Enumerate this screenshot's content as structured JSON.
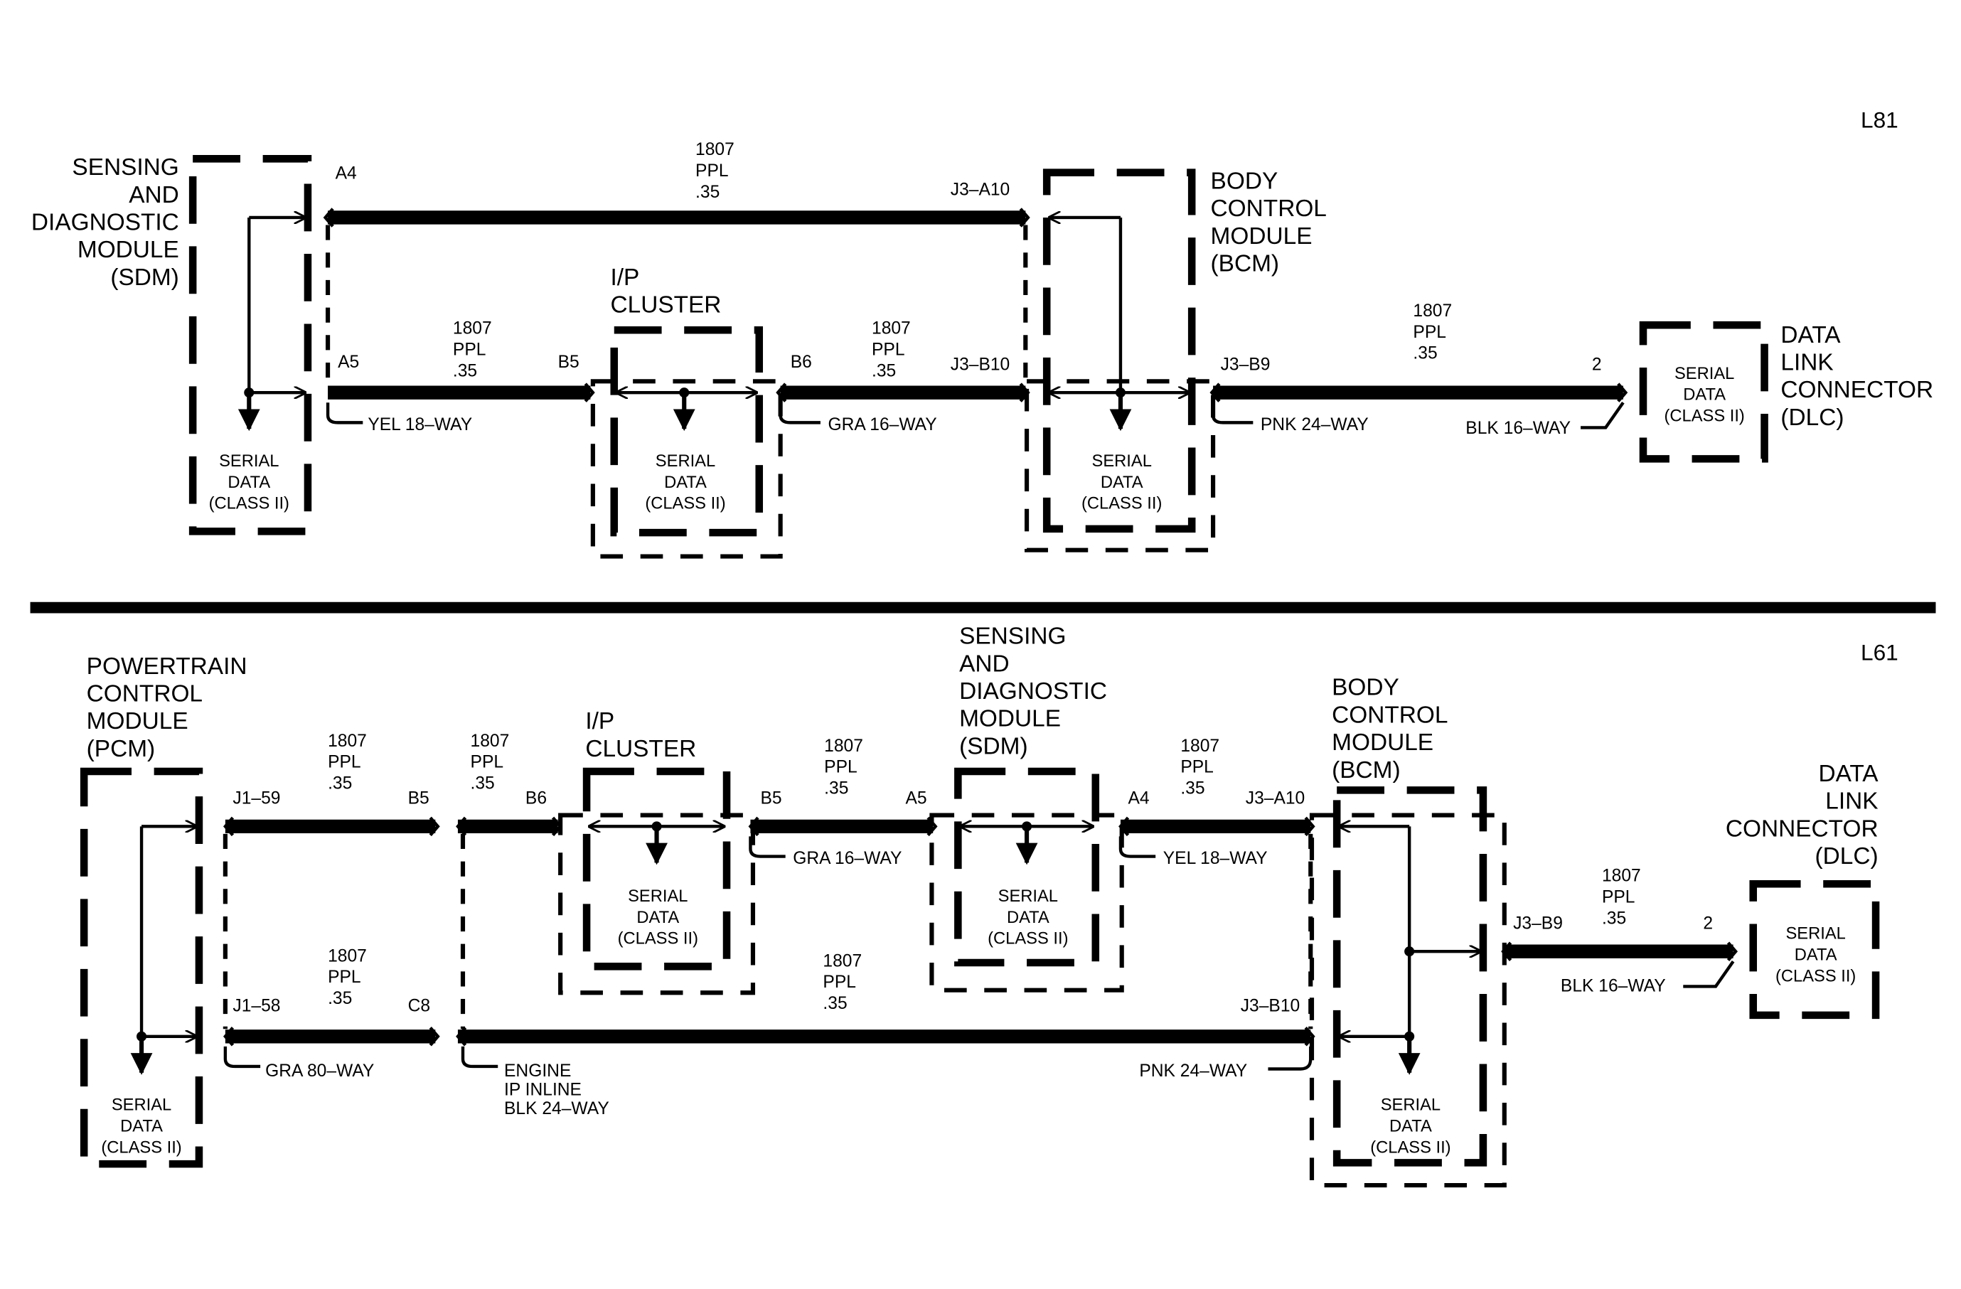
{
  "top": {
    "variant": "L81",
    "sdm": {
      "title": [
        "SENSING",
        "AND",
        "DIAGNOSTIC",
        "MODULE",
        "(SDM)"
      ]
    },
    "ip_cluster": {
      "title": [
        "I/P",
        "CLUSTER"
      ]
    },
    "bcm": {
      "title": [
        "BODY",
        "CONTROL",
        "MODULE",
        "(BCM)"
      ]
    },
    "dlc": {
      "title": [
        "DATA",
        "LINK",
        "CONNECTOR",
        "(DLC)"
      ]
    },
    "serial_data": [
      "SERIAL",
      "DATA",
      "(CLASS II)"
    ],
    "wire_spec": [
      "1807",
      "PPL",
      ".35"
    ],
    "pins": {
      "a4": "A4",
      "j3_a10": "J3–A10",
      "a5": "A5",
      "b5": "B5",
      "b6": "B6",
      "j3_b10": "J3–B10",
      "j3_b9": "J3–B9",
      "dlc_pin": "2"
    },
    "connectors": {
      "yel18": "YEL 18–WAY",
      "gra16": "GRA 16–WAY",
      "pnk24": "PNK 24–WAY",
      "blk16": "BLK 16–WAY"
    }
  },
  "bottom": {
    "variant": "L61",
    "pcm": {
      "title": [
        "POWERTRAIN",
        "CONTROL",
        "MODULE",
        "(PCM)"
      ]
    },
    "ip_cluster": {
      "title": [
        "I/P",
        "CLUSTER"
      ]
    },
    "sdm": {
      "title": [
        "SENSING",
        "AND",
        "DIAGNOSTIC",
        "MODULE",
        "(SDM)"
      ]
    },
    "bcm": {
      "title": [
        "BODY",
        "CONTROL",
        "MODULE",
        "(BCM)"
      ]
    },
    "dlc": {
      "title": [
        "DATA",
        "LINK",
        "CONNECTOR",
        "(DLC)"
      ]
    },
    "serial_data": [
      "SERIAL",
      "DATA",
      "(CLASS II)"
    ],
    "wire_spec": [
      "1807",
      "PPL",
      ".35"
    ],
    "pins": {
      "j1_59": "J1–59",
      "b5": "B5",
      "b6": "B6",
      "b5b": "B5",
      "a5": "A5",
      "a4": "A4",
      "j3_a10": "J3–A10",
      "j1_58": "J1–58",
      "c8": "C8",
      "j3_b10": "J3–B10",
      "j3_b9": "J3–B9",
      "dlc_pin": "2"
    },
    "connectors": {
      "gra16": "GRA 16–WAY",
      "yel18": "YEL 18–WAY",
      "gra80": "GRA 80–WAY",
      "engine_inline": [
        "ENGINE",
        "IP INLINE",
        "BLK 24–WAY"
      ],
      "pnk24": "PNK 24–WAY",
      "blk16": "BLK 16–WAY"
    }
  }
}
